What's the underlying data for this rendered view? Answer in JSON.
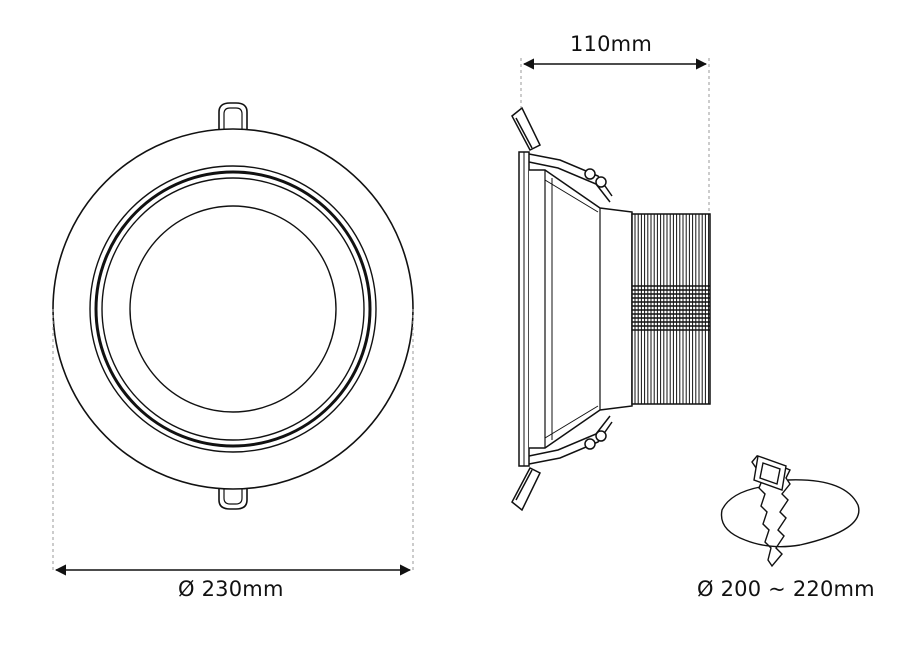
{
  "dimensions": {
    "depth": "110mm",
    "outer_diameter": "Ø 230mm",
    "cutout_diameter": "Ø 200 ~ 220mm"
  },
  "colors": {
    "line": "#111111",
    "guide": "#9a9a9a"
  }
}
